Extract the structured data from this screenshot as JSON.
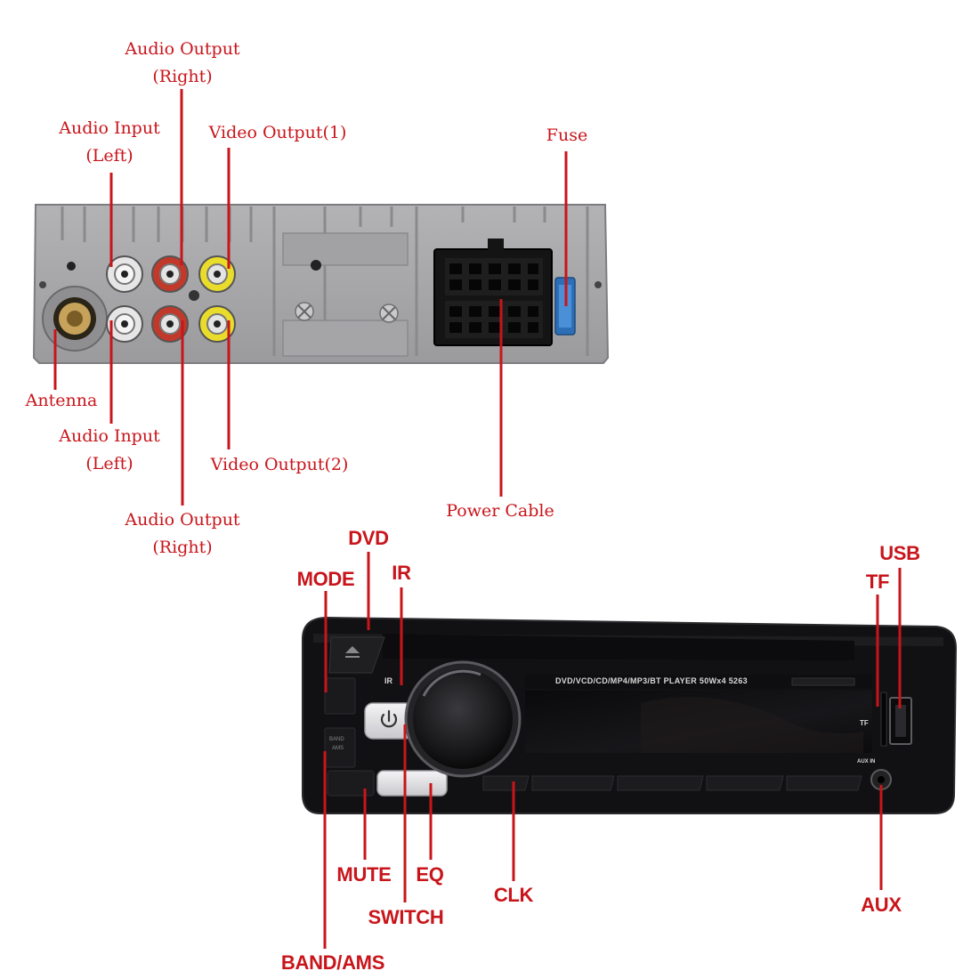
{
  "rear_labels": {
    "audio_output_right_top": [
      "Audio Output",
      "(Right)"
    ],
    "audio_input_left_top": [
      "Audio Input",
      "(Left)"
    ],
    "video_output_1": "Video Output(1)",
    "fuse": "Fuse",
    "antenna": "Antenna",
    "audio_input_left_bottom": [
      "Audio Input",
      "(Left)"
    ],
    "video_output_2": "Video Output(2)",
    "audio_output_right_bottom": [
      "Audio Output",
      "(Right)"
    ],
    "power_cable": "Power Cable"
  },
  "front_labels": {
    "dvd": "DVD",
    "mode": "MODE",
    "ir": "IR",
    "usb": "USB",
    "tf": "TF",
    "mute": "MUTE",
    "eq": "EQ",
    "clk": "CLK",
    "switch": "SWITCH",
    "aux": "AUX",
    "band_ams": "BAND/AMS"
  },
  "panel_print": {
    "model_line": "DVD/VCD/CD/MP4/MP3/BT PLAYER  50Wx4    5263",
    "ir": "IR",
    "tf": "TF",
    "aux_in": "AUX IN",
    "band": "BAND",
    "ams": "AMS"
  },
  "colors": {
    "label_red": "#c8151b",
    "chassis_grey": "#a9a9ab",
    "panel_black": "#141416"
  }
}
